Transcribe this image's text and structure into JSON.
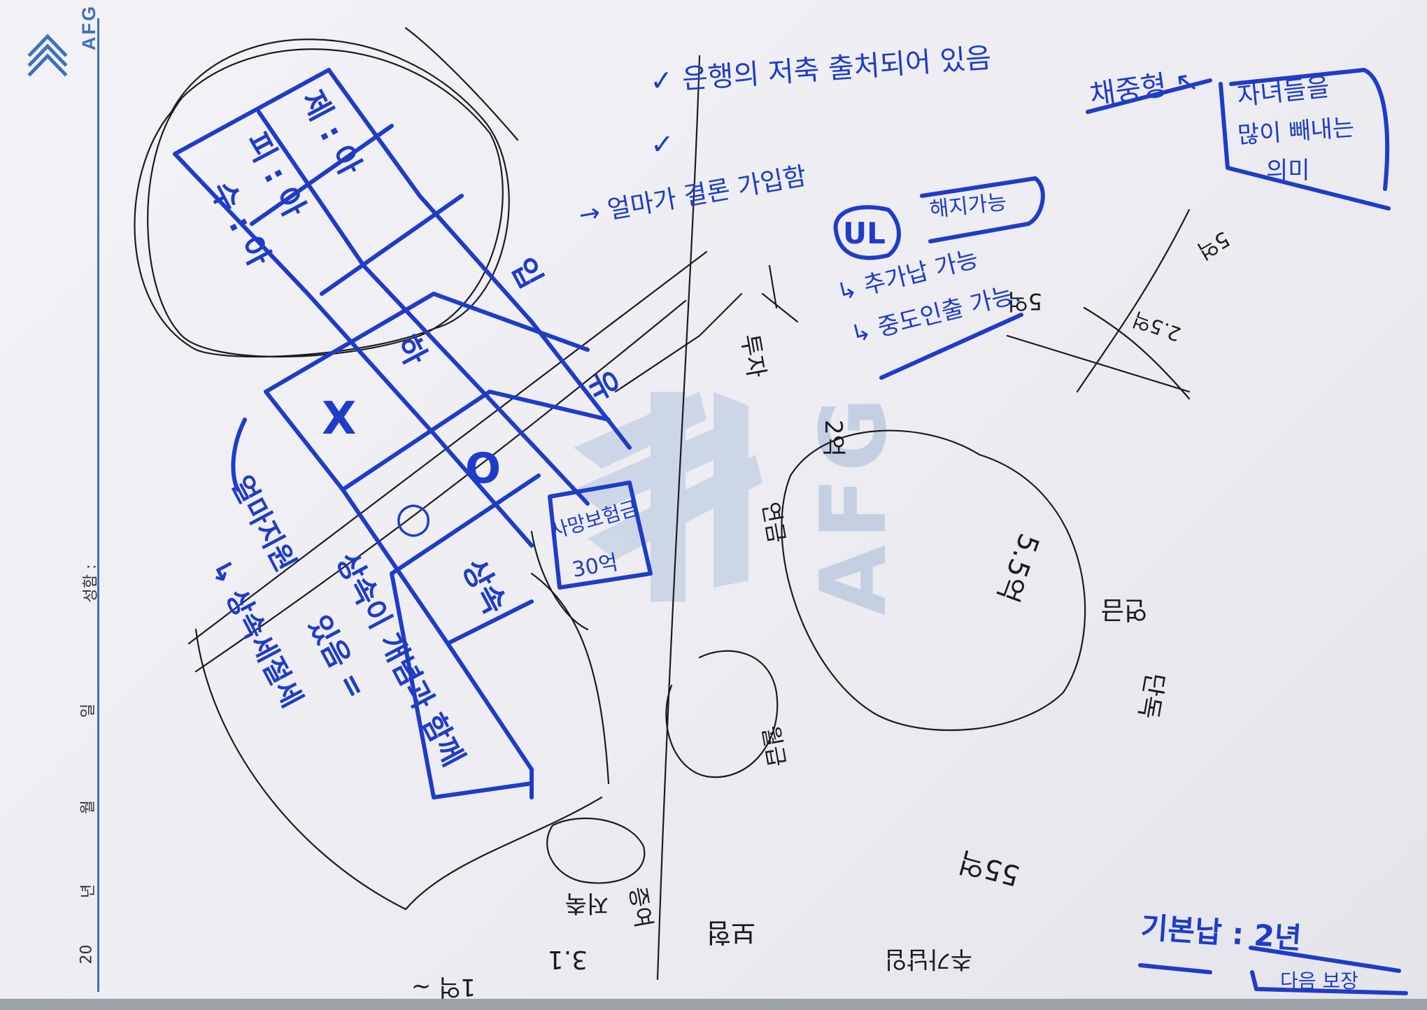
{
  "brand": {
    "name": "AFG",
    "color": "#3f6fc0"
  },
  "form": {
    "label_name": "성함 :",
    "label_day": "일",
    "label_month": "월",
    "label_year": "년",
    "label_century": "20"
  },
  "watermark": {
    "text": "AFG",
    "color": "#c4d0e2"
  },
  "ink_colors": {
    "blue_pen": "#1f3cc7",
    "black_pen": "#1b1b22"
  },
  "notes": {
    "top_center_1": "✓ 은행의 저축 출처되어 있음",
    "top_center_2": "✓",
    "how_much_saved": "→ 얼마가 결론 가입함",
    "top_right_1": "채중형 ↖",
    "top_right_2": "자녀들을",
    "top_right_3": "많이 빼내는",
    "top_right_4": "의미",
    "ul_label": "UL",
    "ul_right": "해지가능",
    "ul_line1": "↳ 추가납 가능",
    "ul_line2": "↳ 중도인출 가능.",
    "grid_r1": "제 : 아",
    "grid_r2": "피 : 아",
    "grid_r3": "수 : 아",
    "grid_cell_ha": "하",
    "grid_cell_ip": "입",
    "grid_cell_yu": "유",
    "grid_cell_x": "X",
    "grid_cell_o": "○",
    "grid_cell_o2": "O",
    "grid_cell_sang": "상속",
    "left_vertical_1": "얼마지원",
    "left_vertical_2": "↳ 상속세절세",
    "inherit_line1": "상속이 개념과 함께",
    "inherit_line2": "있음 =",
    "death_box_1": "사망보험금",
    "death_box_2": "30억",
    "black_misc_1": "5억",
    "black_misc_2": "2.5억",
    "black_misc_3": "5억",
    "black_misc_4": "5.5억",
    "black_misc_5": "연금",
    "black_misc_6": "단독",
    "black_misc_7": "추가납입",
    "black_misc_8": "55억",
    "black_misc_9": "보험",
    "black_misc_10": "저축",
    "black_misc_11": "투자",
    "black_misc_12": "월급",
    "black_misc_13": "연금",
    "black_misc_14": "증여",
    "black_misc_15": "3.1",
    "black_misc_16": "1억 ~",
    "black_misc_17": "2억",
    "bottom_right": "기본납 : 2년",
    "bottom_right_box": "다음 보장"
  }
}
